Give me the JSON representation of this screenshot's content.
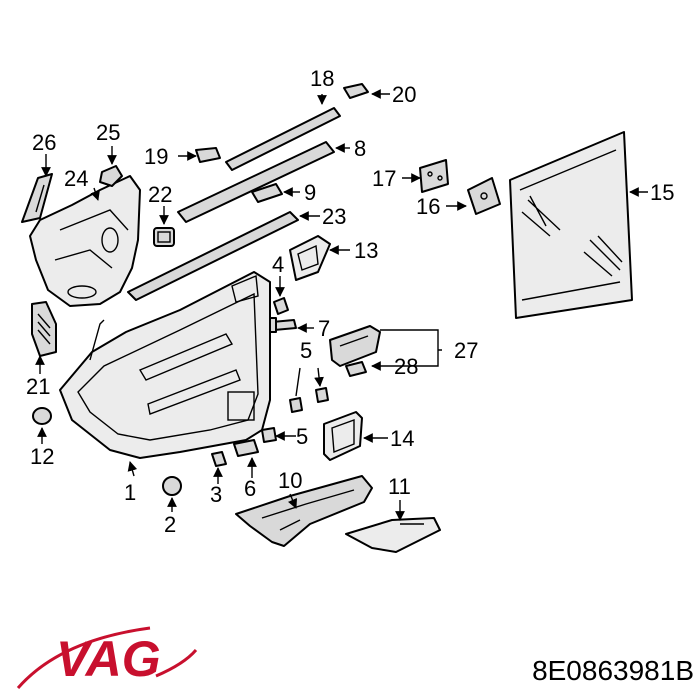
{
  "callouts": {
    "c1": "1",
    "c2": "2",
    "c3": "3",
    "c4": "4",
    "c5a": "5",
    "c5b": "5",
    "c6": "6",
    "c7": "7",
    "c8": "8",
    "c9": "9",
    "c10": "10",
    "c11": "11",
    "c12": "12",
    "c13": "13",
    "c14": "14",
    "c15": "15",
    "c16": "16",
    "c17": "17",
    "c18": "18",
    "c19": "19",
    "c20": "20",
    "c21": "21",
    "c22": "22",
    "c23": "23",
    "c24": "24",
    "c25": "25",
    "c26": "26",
    "c27": "27",
    "c28": "28"
  },
  "brand": {
    "logo_text": "VAG",
    "color": "#c8102e"
  },
  "part_number": "8E0863981B"
}
